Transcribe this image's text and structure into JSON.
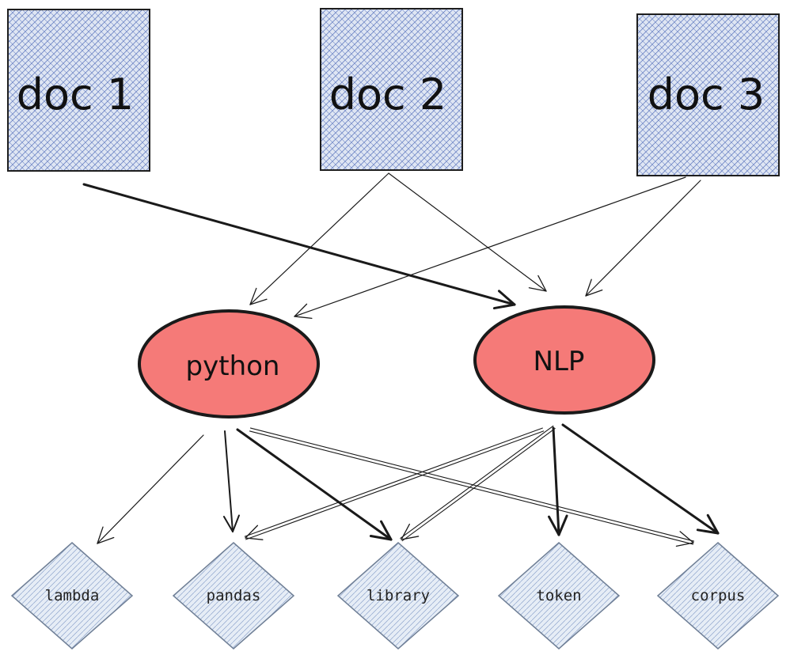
{
  "colors": {
    "doc_fill": "#dfe6f3",
    "doc_hatch": "#6f86c6",
    "doc_stroke": "#1e1e1e",
    "topic_fill": "#f57a78",
    "topic_stroke": "#1a1a1a",
    "term_fill": "#e6edf6",
    "term_hatch": "#8ea3cc",
    "term_stroke": "#6f7f96",
    "edge": "#1a1a1a"
  },
  "documents": [
    {
      "id": "doc1",
      "label": "doc 1"
    },
    {
      "id": "doc2",
      "label": "doc 2"
    },
    {
      "id": "doc3",
      "label": "doc 3"
    }
  ],
  "topics": [
    {
      "id": "python",
      "label": "python"
    },
    {
      "id": "nlp",
      "label": "NLP"
    }
  ],
  "terms": [
    {
      "id": "lambda",
      "label": "lambda"
    },
    {
      "id": "pandas",
      "label": "pandas"
    },
    {
      "id": "library",
      "label": "library"
    },
    {
      "id": "token",
      "label": "token"
    },
    {
      "id": "corpus",
      "label": "corpus"
    }
  ],
  "edges": [
    {
      "from": "doc1",
      "to": "nlp",
      "weight": "heavy"
    },
    {
      "from": "doc2",
      "to": "python",
      "weight": "light"
    },
    {
      "from": "doc2",
      "to": "nlp",
      "weight": "light"
    },
    {
      "from": "doc3",
      "to": "python",
      "weight": "light"
    },
    {
      "from": "doc3",
      "to": "nlp",
      "weight": "light"
    },
    {
      "from": "python",
      "to": "lambda",
      "weight": "light"
    },
    {
      "from": "python",
      "to": "pandas",
      "weight": "medium"
    },
    {
      "from": "python",
      "to": "library",
      "weight": "heavy"
    },
    {
      "from": "python",
      "to": "corpus",
      "weight": "double"
    },
    {
      "from": "nlp",
      "to": "pandas",
      "weight": "double"
    },
    {
      "from": "nlp",
      "to": "library",
      "weight": "double"
    },
    {
      "from": "nlp",
      "to": "token",
      "weight": "heavy"
    },
    {
      "from": "nlp",
      "to": "corpus",
      "weight": "heavy"
    }
  ]
}
